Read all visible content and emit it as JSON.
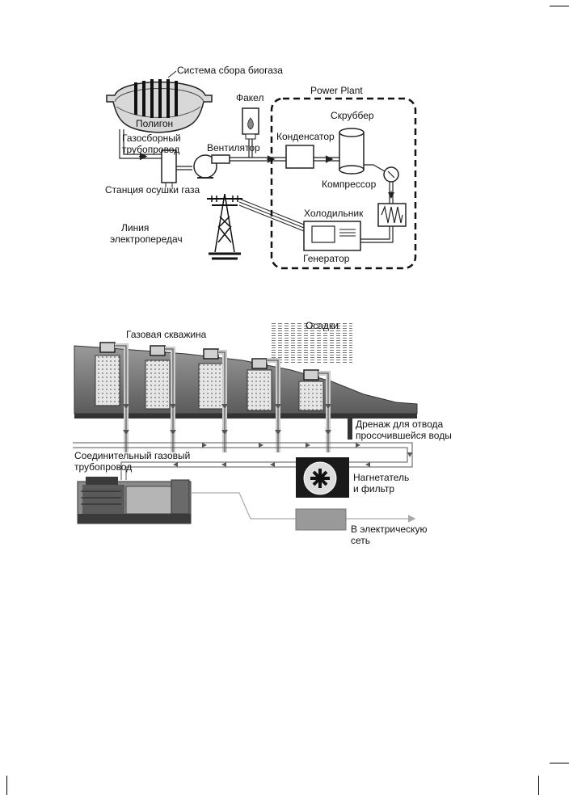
{
  "diagram1": {
    "labels": {
      "biogas_system": "Система сбора биогаза",
      "power_plant": "Power Plant",
      "flare": "Факел",
      "scrubber": "Скруббер",
      "landfill": "Полигон",
      "gas_pipeline_line1": "Газосборный",
      "gas_pipeline_line2": "трубопровод",
      "fan": "Вентилятор",
      "condenser": "Конденсатор",
      "compressor": "Компрессор",
      "drying_station": "Станция осушки газа",
      "cooler": "Холодильник",
      "power_line_line1": "Линия",
      "power_line_line2": "электропередач",
      "generator": "Генератор"
    }
  },
  "diagram2": {
    "labels": {
      "gas_well": "Газовая скважина",
      "precipitation": "Осадки",
      "drainage_line1": "Дренаж для отвода",
      "drainage_line2": "просочившейся воды",
      "connecting_pipeline_line1": "Соединительный газовый",
      "connecting_pipeline_line2": "трубопровод",
      "blower_line1": "Нагнетатель",
      "blower_line2": "и фильтр",
      "grid_line1": "В электрическую",
      "grid_line2": "сеть"
    }
  }
}
